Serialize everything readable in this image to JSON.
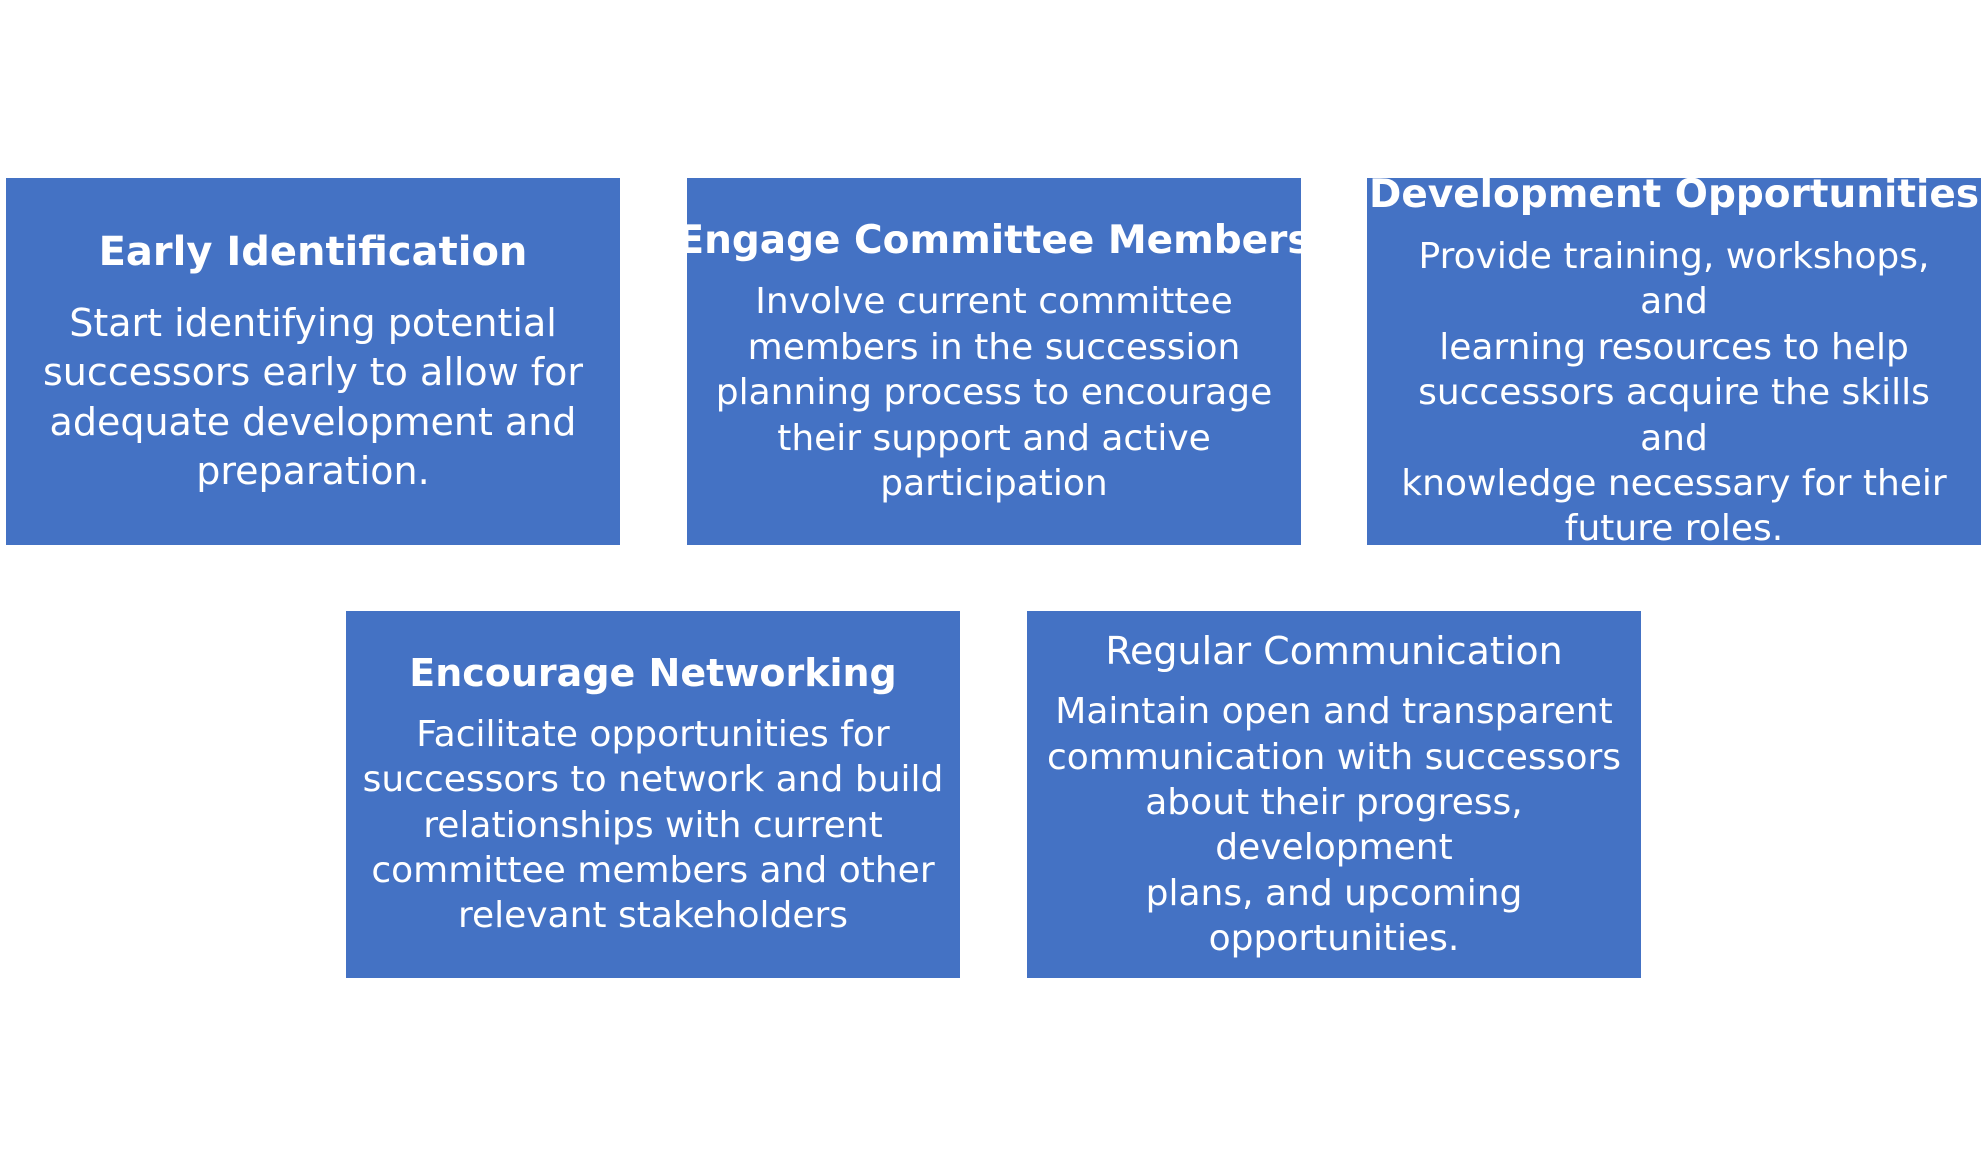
{
  "cards": [
    {
      "title": "Early Identification",
      "lines": [
        "Start identifying potential",
        "successors early to allow for",
        "adequate development and",
        "preparation."
      ]
    },
    {
      "title": "Engage Committee Members",
      "lines": [
        "Involve current committee",
        "members in the succession",
        "planning process to encourage",
        "their support and active",
        "participation"
      ]
    },
    {
      "title": "Development Opportunities",
      "lines": [
        "Provide training, workshops, and",
        "learning resources to help",
        "successors acquire the skills and",
        "knowledge necessary for their",
        "future roles."
      ]
    },
    {
      "title": "Encourage Networking",
      "lines": [
        "Facilitate opportunities for",
        "successors to network and build",
        "relationships with current",
        "committee members and other",
        "relevant stakeholders"
      ]
    },
    {
      "title": "Regular Communication",
      "lines": [
        "Maintain open and transparent",
        "communication with successors",
        "about their progress, development",
        "plans, and upcoming",
        "opportunities."
      ]
    }
  ],
  "colors": {
    "card_fill": "#4472c4",
    "card_text": "#ffffff"
  }
}
